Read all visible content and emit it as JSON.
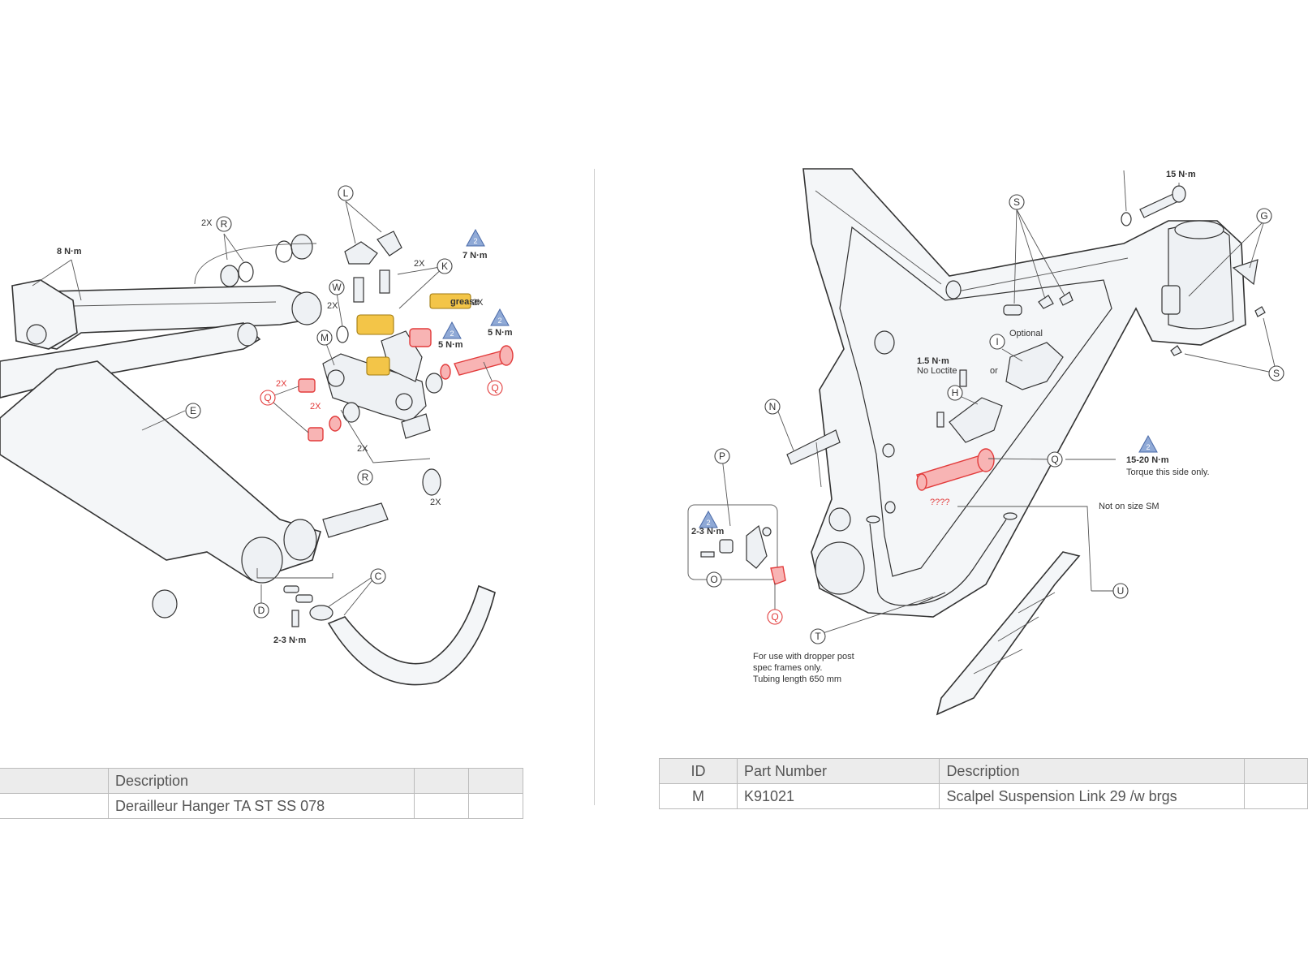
{
  "left_diagram": {
    "callouts": [
      "L",
      "R",
      "K",
      "W",
      "M",
      "Q",
      "E",
      "R",
      "C",
      "D"
    ],
    "multipliers": [
      "2X",
      "2X",
      "2X",
      "2X",
      "2X",
      "2X",
      "2X",
      "2X"
    ],
    "torques": [
      "8 N·m",
      "7 N·m",
      "5 N·m",
      "5 N·m",
      "2-3 N·m"
    ],
    "triangle_num": "2",
    "grease_label": "grease"
  },
  "right_diagram": {
    "callouts": [
      "S",
      "G",
      "I",
      "H",
      "N",
      "P",
      "O",
      "Q",
      "T",
      "U",
      "S",
      "Q"
    ],
    "torques": [
      "15 N·m",
      "1.5 N·m",
      "15-20 N·m",
      "2-3 N·m"
    ],
    "notes": {
      "optional": "Optional",
      "no_loctite": "No Loctite",
      "or": "or",
      "torque_side": "Torque this side only.",
      "not_on_size": "Not on size SM",
      "dropper_1": "For use with dropper post",
      "dropper_2": "spec frames only.",
      "dropper_3": "Tubing length 650 mm",
      "qqq": "????"
    },
    "triangle_num": "2"
  },
  "table_left": {
    "header": [
      "",
      "Description",
      "",
      ""
    ],
    "row": [
      "",
      "Derailleur Hanger TA ST SS 078",
      "",
      ""
    ]
  },
  "table_right": {
    "header": [
      "ID",
      "Part Number",
      "Description",
      ""
    ],
    "row": [
      "M",
      "K91021",
      "Scalpel Suspension Link 29 /w brgs",
      ""
    ]
  },
  "colors": {
    "highlight_red": "#e23b3b",
    "grease_yellow": "#f3c548",
    "torque_triangle": "#8fa9d6"
  }
}
